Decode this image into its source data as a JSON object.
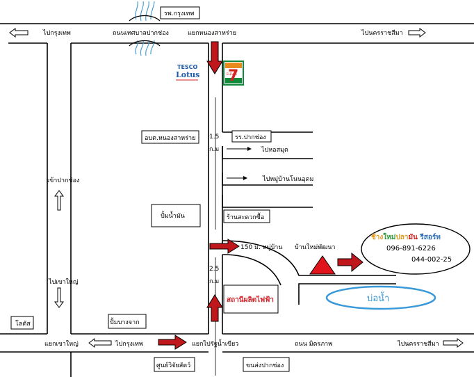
{
  "labels": {
    "hospital": "รพ.กรุงเทพ",
    "to_bangkok_top": "ไปกรุงเทพ",
    "municipal_road": "ถนนเทศบาลปากช่อง",
    "nong_sarai_junction": "แยกหนองสาหร่าย",
    "to_korat_top": "ไปนครราชสีมา",
    "tesco_top": "TESCO",
    "tesco_bottom": "Lotus",
    "seven_eleven": "7",
    "seven_eleven_small": "ELEVEn",
    "tambon_office": "อบต.หนองสาหร่าย",
    "distance_15": "1.5",
    "km": "ก.ม",
    "pakchong_school": "รร.ปากช่อง",
    "to_nong_samut": "ไปหอสมุด",
    "to_noen_udom": "ไปหมู่บ้านโนนอุดม",
    "enter_pakchong": "เข้าปากช่อง",
    "gas_station": "ปั้มน้ำมัน",
    "sakorn_shop": "ร้านสะดวกซื้อ",
    "distance_150": "150 ม. หมู่บ้าน",
    "village_name": "บ้านใหม่พัฒนา",
    "resort_name_a": "ช้าง",
    "resort_name_b": "ใหม่",
    "resort_name_c": "ปลา",
    "resort_name_d": "มัน",
    "resort_name_e": " รีสอร์ท",
    "phone1": "096-891-6226",
    "phone2": "044-002-25",
    "distance_25": "2.5",
    "fishing_pond": "บ่อน้ำ",
    "power_station": "สถานีผลิตไฟฟ้า",
    "to_khao_yai": "ไปเขาใหญ่",
    "lotus_left": "โลตัส",
    "pump_bangkok": "ปั้มบางจาก",
    "khao_yai_junction": "แยกเขาใหญ่",
    "to_bangkok_bottom": "ไปกรุงเทพ",
    "to_pong_junction": "แยกไปรัฐน้ำเขียว",
    "mitraphap_road": "ถนน มิตรภาพ",
    "to_korat_bottom": "ไปนครราชสีมา",
    "service_center": "ศูนย์วิจัยสัตว์",
    "transport_center": "ขนส่งปากช่อง"
  },
  "colors": {
    "arrow_red": "#c0171c",
    "triangle_red": "#e1141b",
    "pond_blue": "#3a9ad9",
    "river_blue": "#4a9fd3",
    "tesco_blue": "#1b5aa8",
    "tesco_red": "#d62020",
    "seven_green": "#0f8a3b",
    "seven_orange": "#e88b1c",
    "power_red": "#d2242a",
    "resort_orange": "#e39a1d",
    "resort_green": "#2e9a3b",
    "resort_red": "#d62020",
    "resort_blue": "#2c6fb6"
  }
}
